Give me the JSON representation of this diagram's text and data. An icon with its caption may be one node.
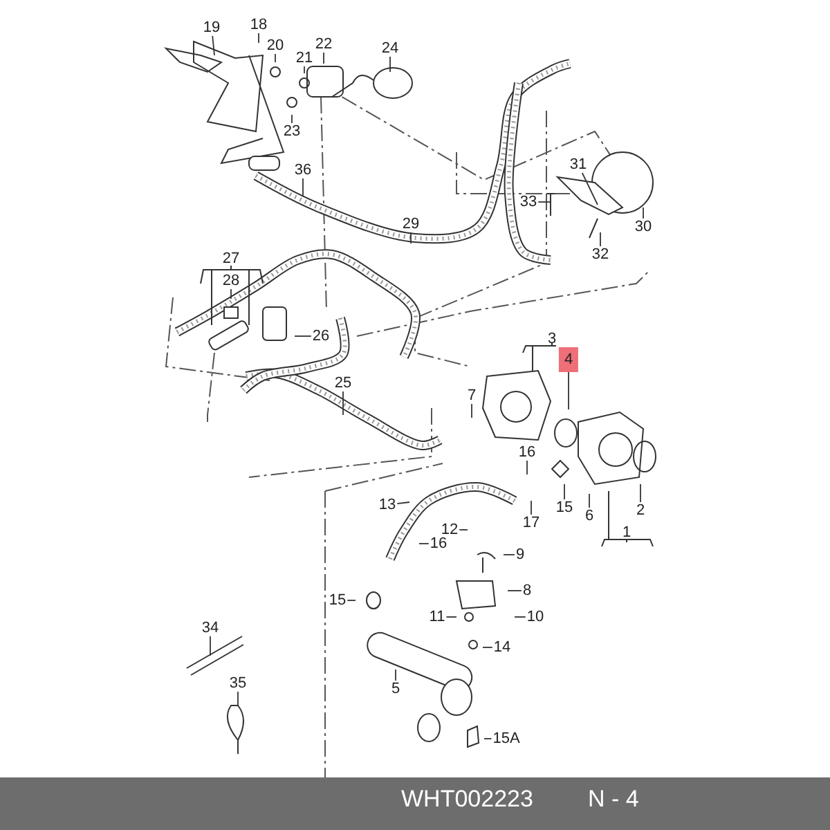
{
  "diagram": {
    "nodes": [
      {
        "text": [
          "19"
        ]
      },
      {
        "text": [
          "18"
        ]
      },
      {
        "text": [
          "20"
        ]
      },
      {
        "text": [
          "21"
        ]
      },
      {
        "text": [
          "22"
        ]
      },
      {
        "text": [
          "24"
        ]
      },
      {
        "text": [
          "23"
        ]
      },
      {
        "text": [
          "36"
        ]
      },
      {
        "text": [
          "31"
        ]
      },
      {
        "text": [
          "33"
        ]
      },
      {
        "text": [
          "29"
        ]
      },
      {
        "text": [
          "30"
        ]
      },
      {
        "text": [
          "32"
        ]
      },
      {
        "text": [
          "28"
        ]
      },
      {
        "text": [
          "26"
        ]
      },
      {
        "text": [
          "4"
        ]
      },
      {
        "text": [
          "25"
        ]
      },
      {
        "text": [
          "7"
        ]
      },
      {
        "text": [
          "16"
        ]
      },
      {
        "text": [
          "15"
        ]
      },
      {
        "text": [
          "2"
        ]
      },
      {
        "text": [
          "6"
        ]
      },
      {
        "text": [
          "17"
        ]
      },
      {
        "text": [
          "13"
        ]
      },
      {
        "text": [
          "12"
        ]
      },
      {
        "text": [
          "16"
        ]
      },
      {
        "text": [
          "9"
        ]
      },
      {
        "text": [
          "8"
        ]
      },
      {
        "text": [
          "10"
        ]
      },
      {
        "text": [
          "11"
        ]
      },
      {
        "text": [
          "15"
        ]
      },
      {
        "text": [
          "34"
        ]
      },
      {
        "text": [
          "14"
        ]
      },
      {
        "text": [
          "35"
        ]
      },
      {
        "text": [
          "5"
        ]
      },
      {
        "text": [
          "15A"
        ]
      }
    ],
    "edges": [
      {
        "from": 0,
        "to": null,
        "arrow": "none"
      },
      {
        "from": 1,
        "to": null,
        "arrow": "none"
      },
      {
        "from": 2,
        "to": null,
        "arrow": "none"
      },
      {
        "from": 3,
        "to": null,
        "arrow": "none"
      },
      {
        "from": 4,
        "to": null,
        "arrow": "none"
      },
      {
        "from": 5,
        "to": null,
        "arrow": "none"
      },
      {
        "from": 6,
        "to": null,
        "arrow": "none"
      },
      {
        "from": 7,
        "to": null,
        "arrow": "none"
      },
      {
        "from": 8,
        "to": null,
        "arrow": "none"
      },
      {
        "from": 9,
        "to": null,
        "arrow": "none"
      },
      {
        "from": 10,
        "to": null,
        "arrow": "none"
      },
      {
        "from": 11,
        "to": null,
        "arrow": "none"
      },
      {
        "from": 12,
        "to": null,
        "arrow": "none"
      },
      {
        "from": 13,
        "to": null,
        "arrow": "none"
      },
      {
        "from": 14,
        "to": null,
        "arrow": "none"
      },
      {
        "from": 15,
        "to": null,
        "arrow": "none"
      },
      {
        "from": 16,
        "to": null,
        "arrow": "none"
      },
      {
        "from": 17,
        "to": null,
        "arrow": "none"
      },
      {
        "from": 18,
        "to": null,
        "arrow": "none"
      },
      {
        "from": 19,
        "to": null,
        "arrow": "none"
      },
      {
        "from": 20,
        "to": null,
        "arrow": "none"
      },
      {
        "from": 21,
        "to": null,
        "arrow": "none"
      },
      {
        "from": 22,
        "to": null,
        "arrow": "none"
      },
      {
        "from": 23,
        "to": null,
        "arrow": "none"
      },
      {
        "from": 24,
        "to": null,
        "arrow": "none"
      },
      {
        "from": 25,
        "to": null,
        "arrow": "none"
      },
      {
        "from": 26,
        "to": null,
        "arrow": "none"
      },
      {
        "from": 27,
        "to": null,
        "arrow": "none"
      },
      {
        "from": 28,
        "to": null,
        "arrow": "none"
      },
      {
        "from": 29,
        "to": null,
        "arrow": "none"
      },
      {
        "from": 30,
        "to": null,
        "arrow": "none"
      },
      {
        "from": 31,
        "to": null,
        "arrow": "none"
      },
      {
        "from": 32,
        "to": null,
        "arrow": "none"
      },
      {
        "from": 33,
        "to": null,
        "arrow": "none"
      },
      {
        "from": 34,
        "to": null,
        "arrow": "none"
      },
      {
        "from": 35,
        "to": null,
        "arrow": "none"
      }
    ],
    "labels": [
      "27",
      "3",
      "1",
      "WHT002223",
      "N - 4"
    ]
  }
}
